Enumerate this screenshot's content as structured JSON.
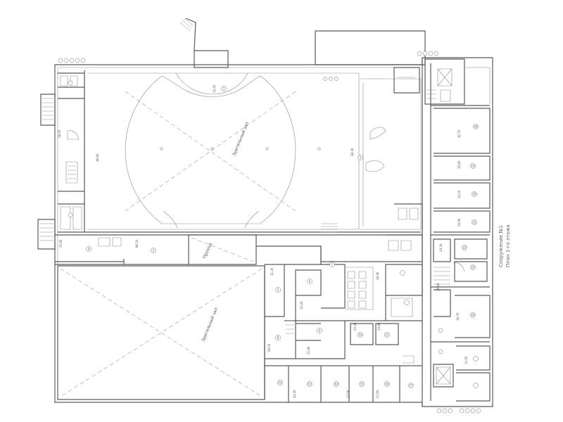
{
  "plan": {
    "hall_labels": {
      "big_hall": "Зрительный зал",
      "small_hall": "Зрительный зал",
      "passage": "Проход"
    },
    "stamp": {
      "line1": "Сооружение №1",
      "line2": "План 1-го этажа"
    },
    "room_tags": [
      "1",
      "2",
      "3",
      "4",
      "5",
      "6",
      "7",
      "8",
      "9",
      "10",
      "11",
      "12",
      "13",
      "14",
      "15",
      "16",
      "17",
      "18",
      "19",
      "20",
      "21",
      "22",
      "23",
      "24"
    ],
    "area_labels": [
      "34.20",
      "28.30",
      "48.60",
      "86.10",
      "31.20",
      "32.45",
      "58.50",
      "21.80",
      "18.40",
      "42.70",
      "35.60",
      "30.10",
      "26.90",
      "24.30",
      "16.70",
      "12.50",
      "19.80",
      "22.40",
      "44.30",
      "33.00",
      "27.60",
      "15.90",
      "38.20",
      "29.40"
    ]
  }
}
